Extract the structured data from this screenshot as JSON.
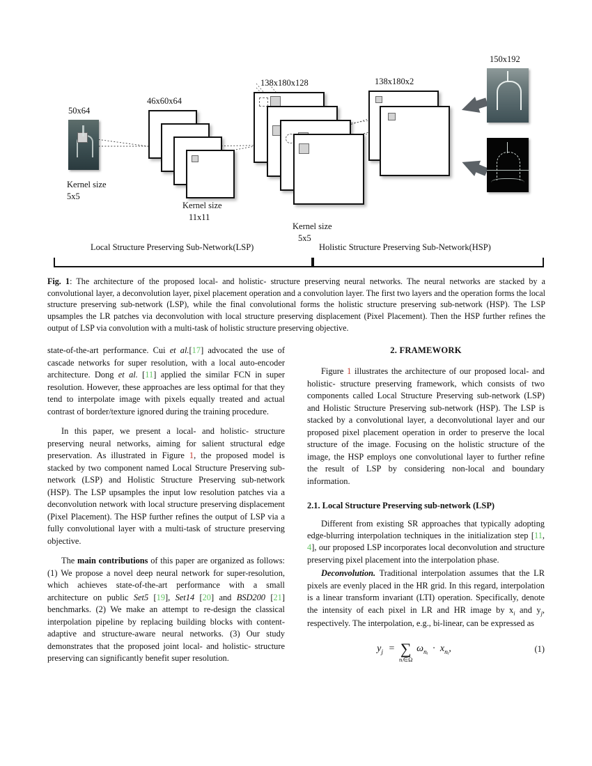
{
  "figure": {
    "layer_labels": {
      "input": "50x64",
      "conv1": "46x60x64",
      "deconv": "138x180x128",
      "conv2": "138x180x2",
      "output": "150x192"
    },
    "kernel_labels": [
      {
        "line1": "Kernel size",
        "line2": "5x5"
      },
      {
        "line1": "Kernel size",
        "line2": "11x11"
      },
      {
        "line1": "Kernel size",
        "line2": "5x5"
      }
    ],
    "brackets": [
      "Local Structure Preserving Sub-Network(LSP)",
      "Holistic Structure Preserving Sub-Network(HSP)"
    ]
  },
  "caption": {
    "label": "Fig. 1",
    "text": ": The architecture of the proposed local- and holistic- structure preserving neural networks. The neural networks are stacked by a convolutional layer, a deconvolution layer, pixel placement operation and a convolution layer. The first two layers and the operation forms the local structure preserving sub-network (LSP), while the final convolutional forms the holistic structure preserving sub-network (HSP). The LSP upsamples the LR patches via deconvolution with local structure preserving displacement (Pixel Placement). Then the HSP further refines the output of LSP via convolution with a multi-task of holistic structure preserving objective."
  },
  "left_column": {
    "para1": {
      "before_cite1": "state-of-the-art performance. Cui ",
      "italic1": "et al.",
      "bracket_open": "[",
      "cite1": "17",
      "mid1": "] advocated the use of cascade networks for super resolution, with a local auto-encoder architecture. Dong ",
      "italic2": "et al.",
      "mid2": " [",
      "cite2": "11",
      "after": "] applied the similar FCN in super resolution. However, these approaches are less optimal for that they tend to interpolate image with pixels equally treated and actual contrast of border/texture ignored during the training procedure."
    },
    "para2": {
      "before_ref": "In this paper, we present a local- and holistic- structure preserving neural networks, aiming for salient structural edge preservation. As illustrated in Figure ",
      "ref": "1",
      "after_ref": ", the proposed model is stacked by two component named Local Structure Preserving sub-network (LSP) and Holistic Structure Preserving sub-network (HSP). The LSP upsamples the input low resolution patches via a deconvolution network with local structure preserving displacement (Pixel Placement). The HSP further refines the output of LSP via a fully convolutional layer with a multi-task of structure preserving objective."
    },
    "para3": {
      "s0": "The ",
      "bold1": "main contributions",
      "s1": " of this paper are organized as follows: (1) We propose a novel deep neural network for super-resolution, which achieves state-of-the-art performance with a small architecture on public ",
      "it1": "Set5",
      "s2": " [",
      "c1": "19",
      "s3": "], ",
      "it2": "Set14",
      "s4": " [",
      "c2": "20",
      "s5": "] and ",
      "it3": "BSD200",
      "s6": " [",
      "c3": "21",
      "s7": "] benchmarks. (2) We make an attempt to re-design the classical interpolation pipeline by replacing building blocks with content-adaptive and structure-aware neural networks. (3) Our study demonstrates that the proposed joint local- and holistic- structure preserving can significantly benefit super resolution."
    }
  },
  "right_column": {
    "section_heading": "2.  FRAMEWORK",
    "para1": {
      "before_ref": "Figure ",
      "ref": "1",
      "after_ref": " illustrates the architecture of our proposed local- and holistic- structure preserving framework, which consists of two components called Local Structure Preserving sub-network (LSP) and Holistic Structure Preserving sub-network (HSP). The LSP is stacked by a convolutional layer, a deconvolutional layer and our proposed pixel placement operation in order to preserve the local structure of the image. Focusing on the holistic structure of the image, the HSP employs one convolutional layer to further refine the result of LSP by considering non-local and boundary information."
    },
    "subsection_heading": "2.1.  Local Structure Preserving sub-network (LSP)",
    "para2": {
      "s0": "Different from existing SR approaches that typically adopting edge-blurring interpolation techniques in the initialization step [",
      "c1": "11",
      "s1": ", ",
      "c2": "4",
      "s2": "], our proposed LSP incorporates local deconvolution and structure preserving pixel placement into the interpolation phase."
    },
    "para3": {
      "runin": "Deconvolution.",
      "text": " Traditional interpolation assumes that the LR pixels are evenly placed in the HR grid. In this regard, interpolation is a linear transform invariant (LTI) operation. Specifically, denote the intensity of each pixel in LR and HR image by x",
      "sub1": "i",
      "text2": " and y",
      "sub2": "j",
      "text3": ", respectively. The interpolation, e.g., bi-linear, can be expressed as"
    },
    "equation": {
      "lhs": "y",
      "lhs_sub": "j",
      "eq": "=",
      "sum_symbol": "∑",
      "sum_sub": "nᵢ∈Ω",
      "omega": "ω",
      "omega_sub": "nᵢ",
      "dot": "·",
      "x": "x",
      "x_sub": "nᵢ",
      "comma": ",",
      "number": "(1)"
    }
  },
  "colors": {
    "citation_green": "#62c462",
    "reference_red": "#c0392b",
    "text": "#111111"
  }
}
